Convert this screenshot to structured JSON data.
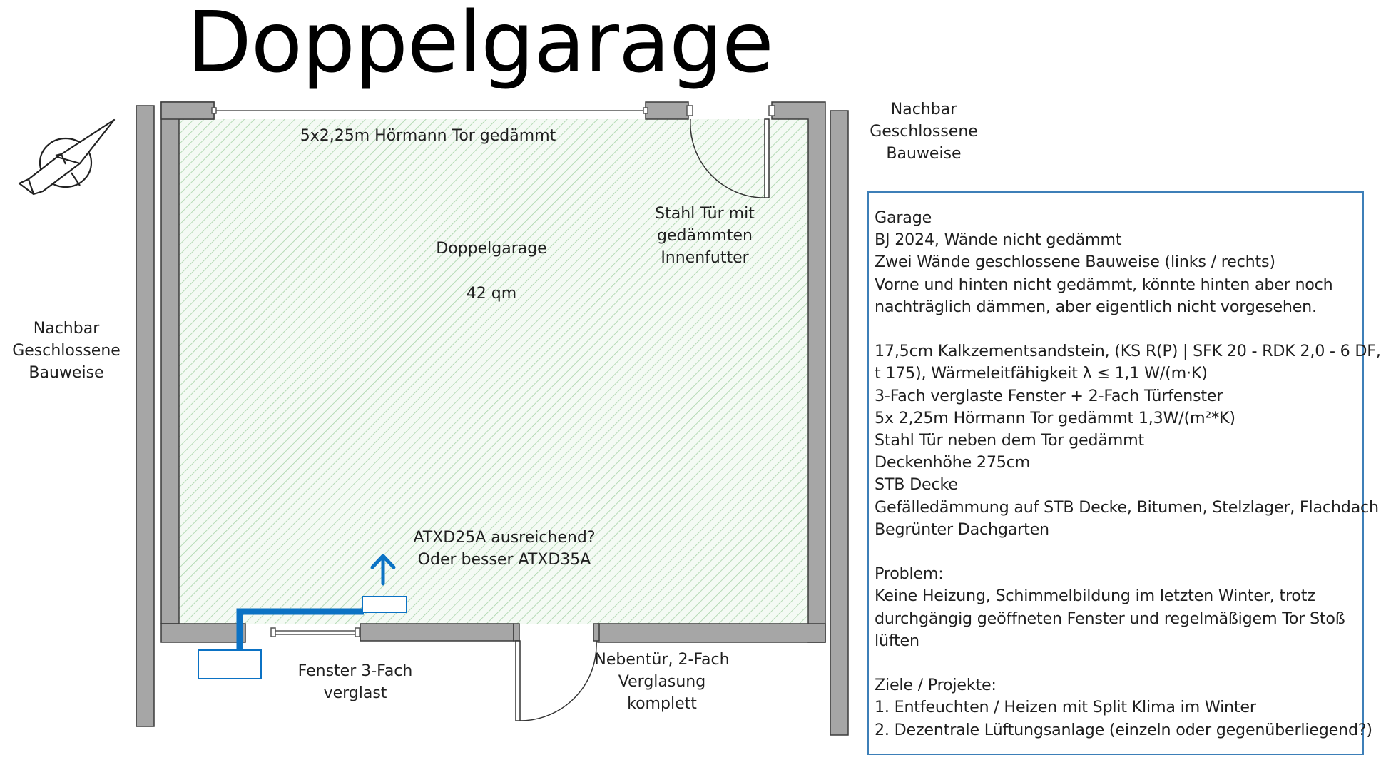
{
  "title": "Doppelgarage",
  "labels": {
    "neighbor_right": "Nachbar\nGeschlossene\nBauweise",
    "neighbor_left": "Nachbar\nGeschlossene\nBauweise",
    "gate": "5x2,25m Hörmann Tor gedämmt",
    "steel_door": "Stahl Tür mit\ngedämmten\nInnenfutter",
    "room_name": "Doppelgarage",
    "room_area": "42 qm",
    "ac_question": "ATXD25A ausreichend?\nOder besser ATXD35A",
    "window": "Fenster 3-Fach\nverglast",
    "side_door": "Nebentür, 2-Fach\nVerglasung\nkomplett"
  },
  "info_box": {
    "lines": [
      "Garage",
      "BJ 2024, Wände nicht gedämmt",
      "Zwei Wände geschlossene Bauweise (links / rechts)",
      "Vorne und hinten nicht gedämmt, könnte hinten aber noch",
      "nachträglich dämmen, aber eigentlich nicht vorgesehen.",
      "",
      "17,5cm Kalkzementsandstein, (KS R(P) | SFK 20 - RDK 2,0 - 6 DF,",
      "t 175), Wärmeleitfähigkeit λ ≤ 1,1 W/(m·K)",
      "3-Fach verglaste Fenster + 2-Fach Türfenster",
      "5x 2,25m Hörmann Tor gedämmt 1,3W/(m²*K)",
      "Stahl Tür neben dem Tor gedämmt",
      "Deckenhöhe 275cm",
      "STB Decke",
      "Gefälledämmung auf STB Decke, Bitumen, Stelzlager, Flachdach",
      "Begrünter Dachgarten",
      "",
      "Problem:",
      "Keine Heizung, Schimmelbildung im letzten Winter, trotz",
      "durchgängig geöffneten Fenster und regelmäßigem Tor Stoß",
      "lüften",
      "",
      "Ziele / Projekte:",
      "1. Entfeuchten / Heizen mit Split Klima im Winter",
      "2. Dezentrale Lüftungsanlage (einzeln oder gegenüberliegend?)"
    ]
  },
  "icons": [
    "compass-north-arrow-icon",
    "airflow-up-arrow-icon"
  ],
  "colors": {
    "wall": "#a6a6a6",
    "wall_stroke": "#3c3c3c",
    "hatch": "#9ccf9c",
    "floor": "#eef7ee",
    "pipe": "#0b72c4",
    "box_border": "#3d7fb8"
  }
}
